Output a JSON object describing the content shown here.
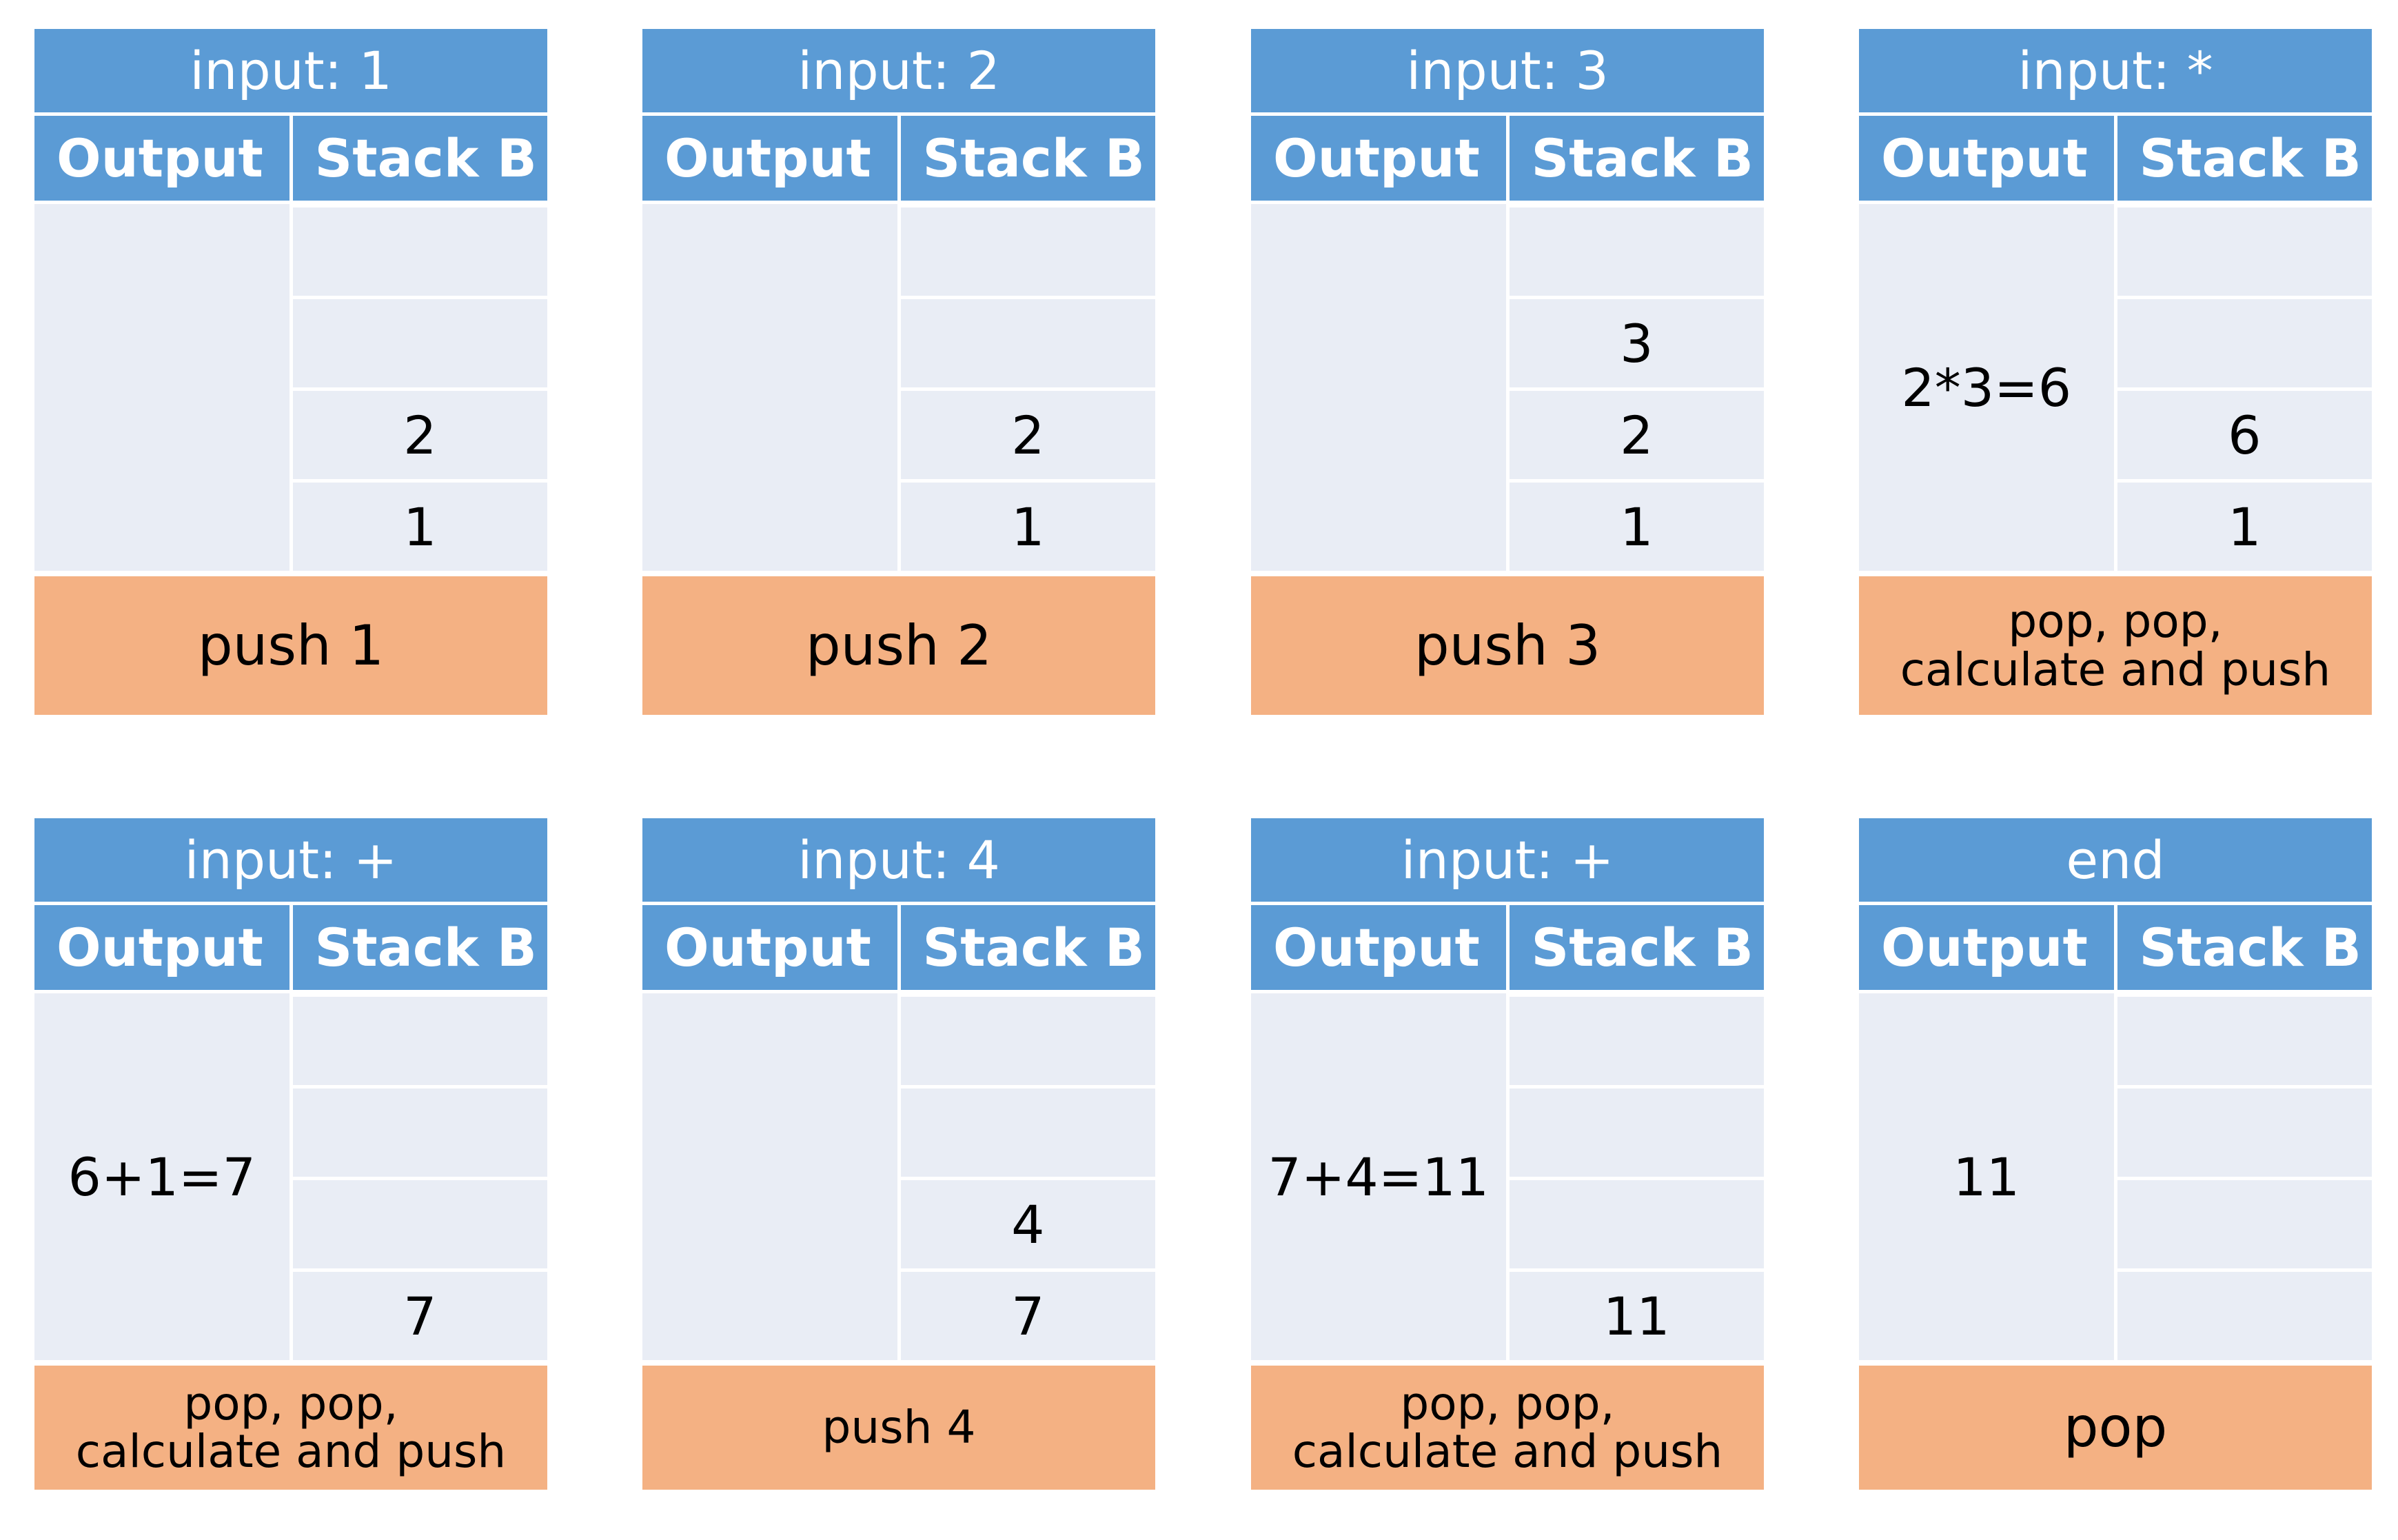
{
  "diagram": {
    "column_headers": {
      "output": "Output",
      "stack": "Stack B"
    },
    "panels": [
      {
        "input": "input: 1",
        "output": "",
        "stack": [
          "",
          "",
          "2",
          "1"
        ],
        "action": "push 1",
        "action_size": "big"
      },
      {
        "input": "input: 2",
        "output": "",
        "stack": [
          "",
          "",
          "2",
          "1"
        ],
        "action": "push 2",
        "action_size": "big"
      },
      {
        "input": "input: 3",
        "output": "",
        "stack": [
          "",
          "3",
          "2",
          "1"
        ],
        "action": "push 3",
        "action_size": "big"
      },
      {
        "input": "input: *",
        "output": "2*3=6",
        "stack": [
          "",
          "",
          "6",
          "1"
        ],
        "action": "pop, pop,\ncalculate and push",
        "action_size": "small"
      },
      {
        "input": "input: +",
        "output": "6+1=7",
        "stack": [
          "",
          "",
          "",
          "7"
        ],
        "action": "pop, pop,\ncalculate and push",
        "action_size": "small"
      },
      {
        "input": "input: 4",
        "output": "",
        "stack": [
          "",
          "",
          "4",
          "7"
        ],
        "action": "push 4",
        "action_size": "small"
      },
      {
        "input": "input: +",
        "output": "7+4=11",
        "stack": [
          "",
          "",
          "",
          "11"
        ],
        "action": "pop, pop,\ncalculate and push",
        "action_size": "small"
      },
      {
        "input": "end",
        "output": "11",
        "stack": [
          "",
          "",
          "",
          ""
        ],
        "action": "pop",
        "action_size": "big"
      }
    ]
  }
}
